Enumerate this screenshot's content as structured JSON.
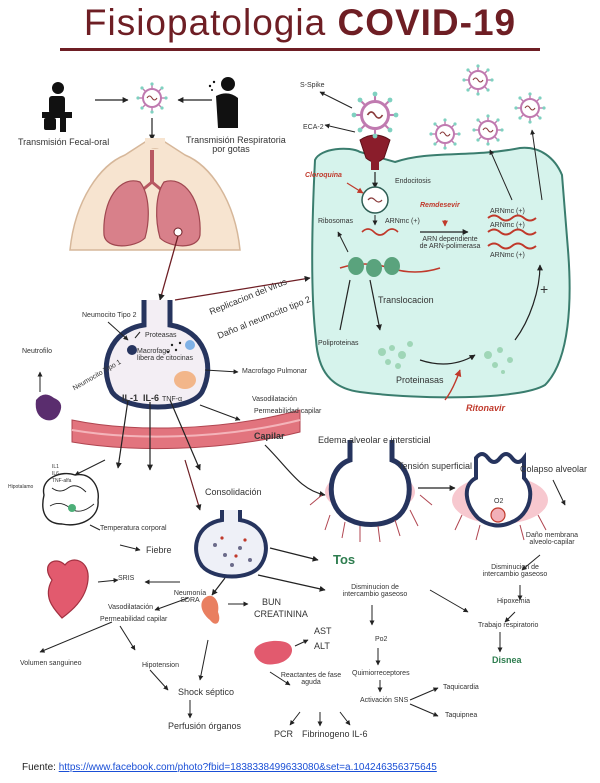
{
  "title": {
    "prefix": "Fisiopatologia",
    "bold": "COVID-19"
  },
  "labels": {
    "fecal_oral": "Transmisión Fecal-oral",
    "respiratoria_l1": "Transmisión Respiratoria",
    "respiratoria_l2": "por gotas",
    "s_spike": "S-Spike",
    "eca2": "ECA-2",
    "cloroquina": "Cloroquina",
    "endocitosis": "Endocitosis",
    "remdesevir": "Remdesevir",
    "ribosomas": "Ribosomas",
    "arnmc_1": "ARNmc (+)",
    "arn_dep_l1": "ARN dependiente",
    "arn_dep_l2": "de ARN-polimerasa",
    "arnmc_a": "ARNmc (+)",
    "arnmc_b": "ARNmc (+)",
    "arnmc_c": "ARNmc (+)",
    "translocacion": "Translocacion",
    "poliproteinas": "Poliproteinas",
    "proteinasas": "Proteinasas",
    "ritonavir": "Ritonavir",
    "plus": "+",
    "neumocito2": "Neumocito Tipo 2",
    "proteasas": "Proteasas",
    "macrofago_l1": "Macrofago",
    "macrofago_l2": "libera de citocinas",
    "neumocito1": "Neumocito Tipo 1",
    "neutrofilo": "Neutrofilo",
    "replicacion": "Replicacion del virus",
    "dano_neumocito": "Daño al neumocito tipo 2",
    "macrofago_pulmonar": "Macrofago Pulmonar",
    "il1": "IL-1",
    "il6": "IL-6",
    "tnf": "TNF-α",
    "vasodilatacion": "Vasodilatación",
    "permeabilidad": "Permeabilidad capilar",
    "capilar": "Capilar",
    "edema": "Edema alveolar e intersticial",
    "tension": "Tensión superficial",
    "colapso": "Colapso alveolar",
    "o2": "O2",
    "il_small": "IL1",
    "il6_small": "IL6",
    "tnf_small": "TNF-alfa",
    "hipotalamo": "Hipotalamo",
    "temperatura": "Temperatura corporal",
    "fiebre": "Fiebre",
    "consolidacion": "Consolidación",
    "tos": "Tos",
    "dano_membrana_l1": "Daño membrana",
    "dano_membrana_l2": "alveolo-capilar",
    "disminucion_l1": "Disminucion de",
    "disminucion_l2": "intercambio gaseoso",
    "hipoxemia": "Hipoxemia",
    "trabajo": "Trabajo respiratorio",
    "disnea": "Disnea",
    "sris": "SRIS",
    "neumonia": "Neumonía",
    "sdra": "SDRA",
    "vasodilatacion2": "Vasodilatación",
    "permeabilidad2": "Permeabilidad capilar",
    "bun": "BUN",
    "creatinina": "CREATININA",
    "disminucion2_l1": "Disminucion de",
    "disminucion2_l2": "intercambio gaseoso",
    "ast": "AST",
    "alt": "ALT",
    "volumen": "Volumen sanguineo",
    "hipotension": "Hipotension",
    "po2": "Po2",
    "quimiorreceptores": "Quimiorreceptores",
    "reactantes_l1": "Reactantes de fase",
    "reactantes_l2": "aguda",
    "shock": "Shock séptico",
    "taquicardia": "Taquicardia",
    "activacion": "Activación SNS",
    "taquipnea": "Taquipnea",
    "pcr": "PCR",
    "fibrinogeno": "Fibrinogeno",
    "il6_final": "IL-6",
    "perfusion": "Perfusión órganos"
  },
  "source": {
    "prefix": "Fuente: ",
    "link": "https://www.facebook.com/photo?fbid=1838338499633080&set=a.104246356375645"
  },
  "colors": {
    "title": "#6e1e24",
    "cell": "#d6f3ec",
    "cell_border": "#3a7d6e",
    "lung": "#d8808a",
    "alveolus": "#26345e",
    "capillary": "#e2747e",
    "virus": "#c07ab0",
    "arrow": "#222222",
    "drug": "#c0392b"
  }
}
